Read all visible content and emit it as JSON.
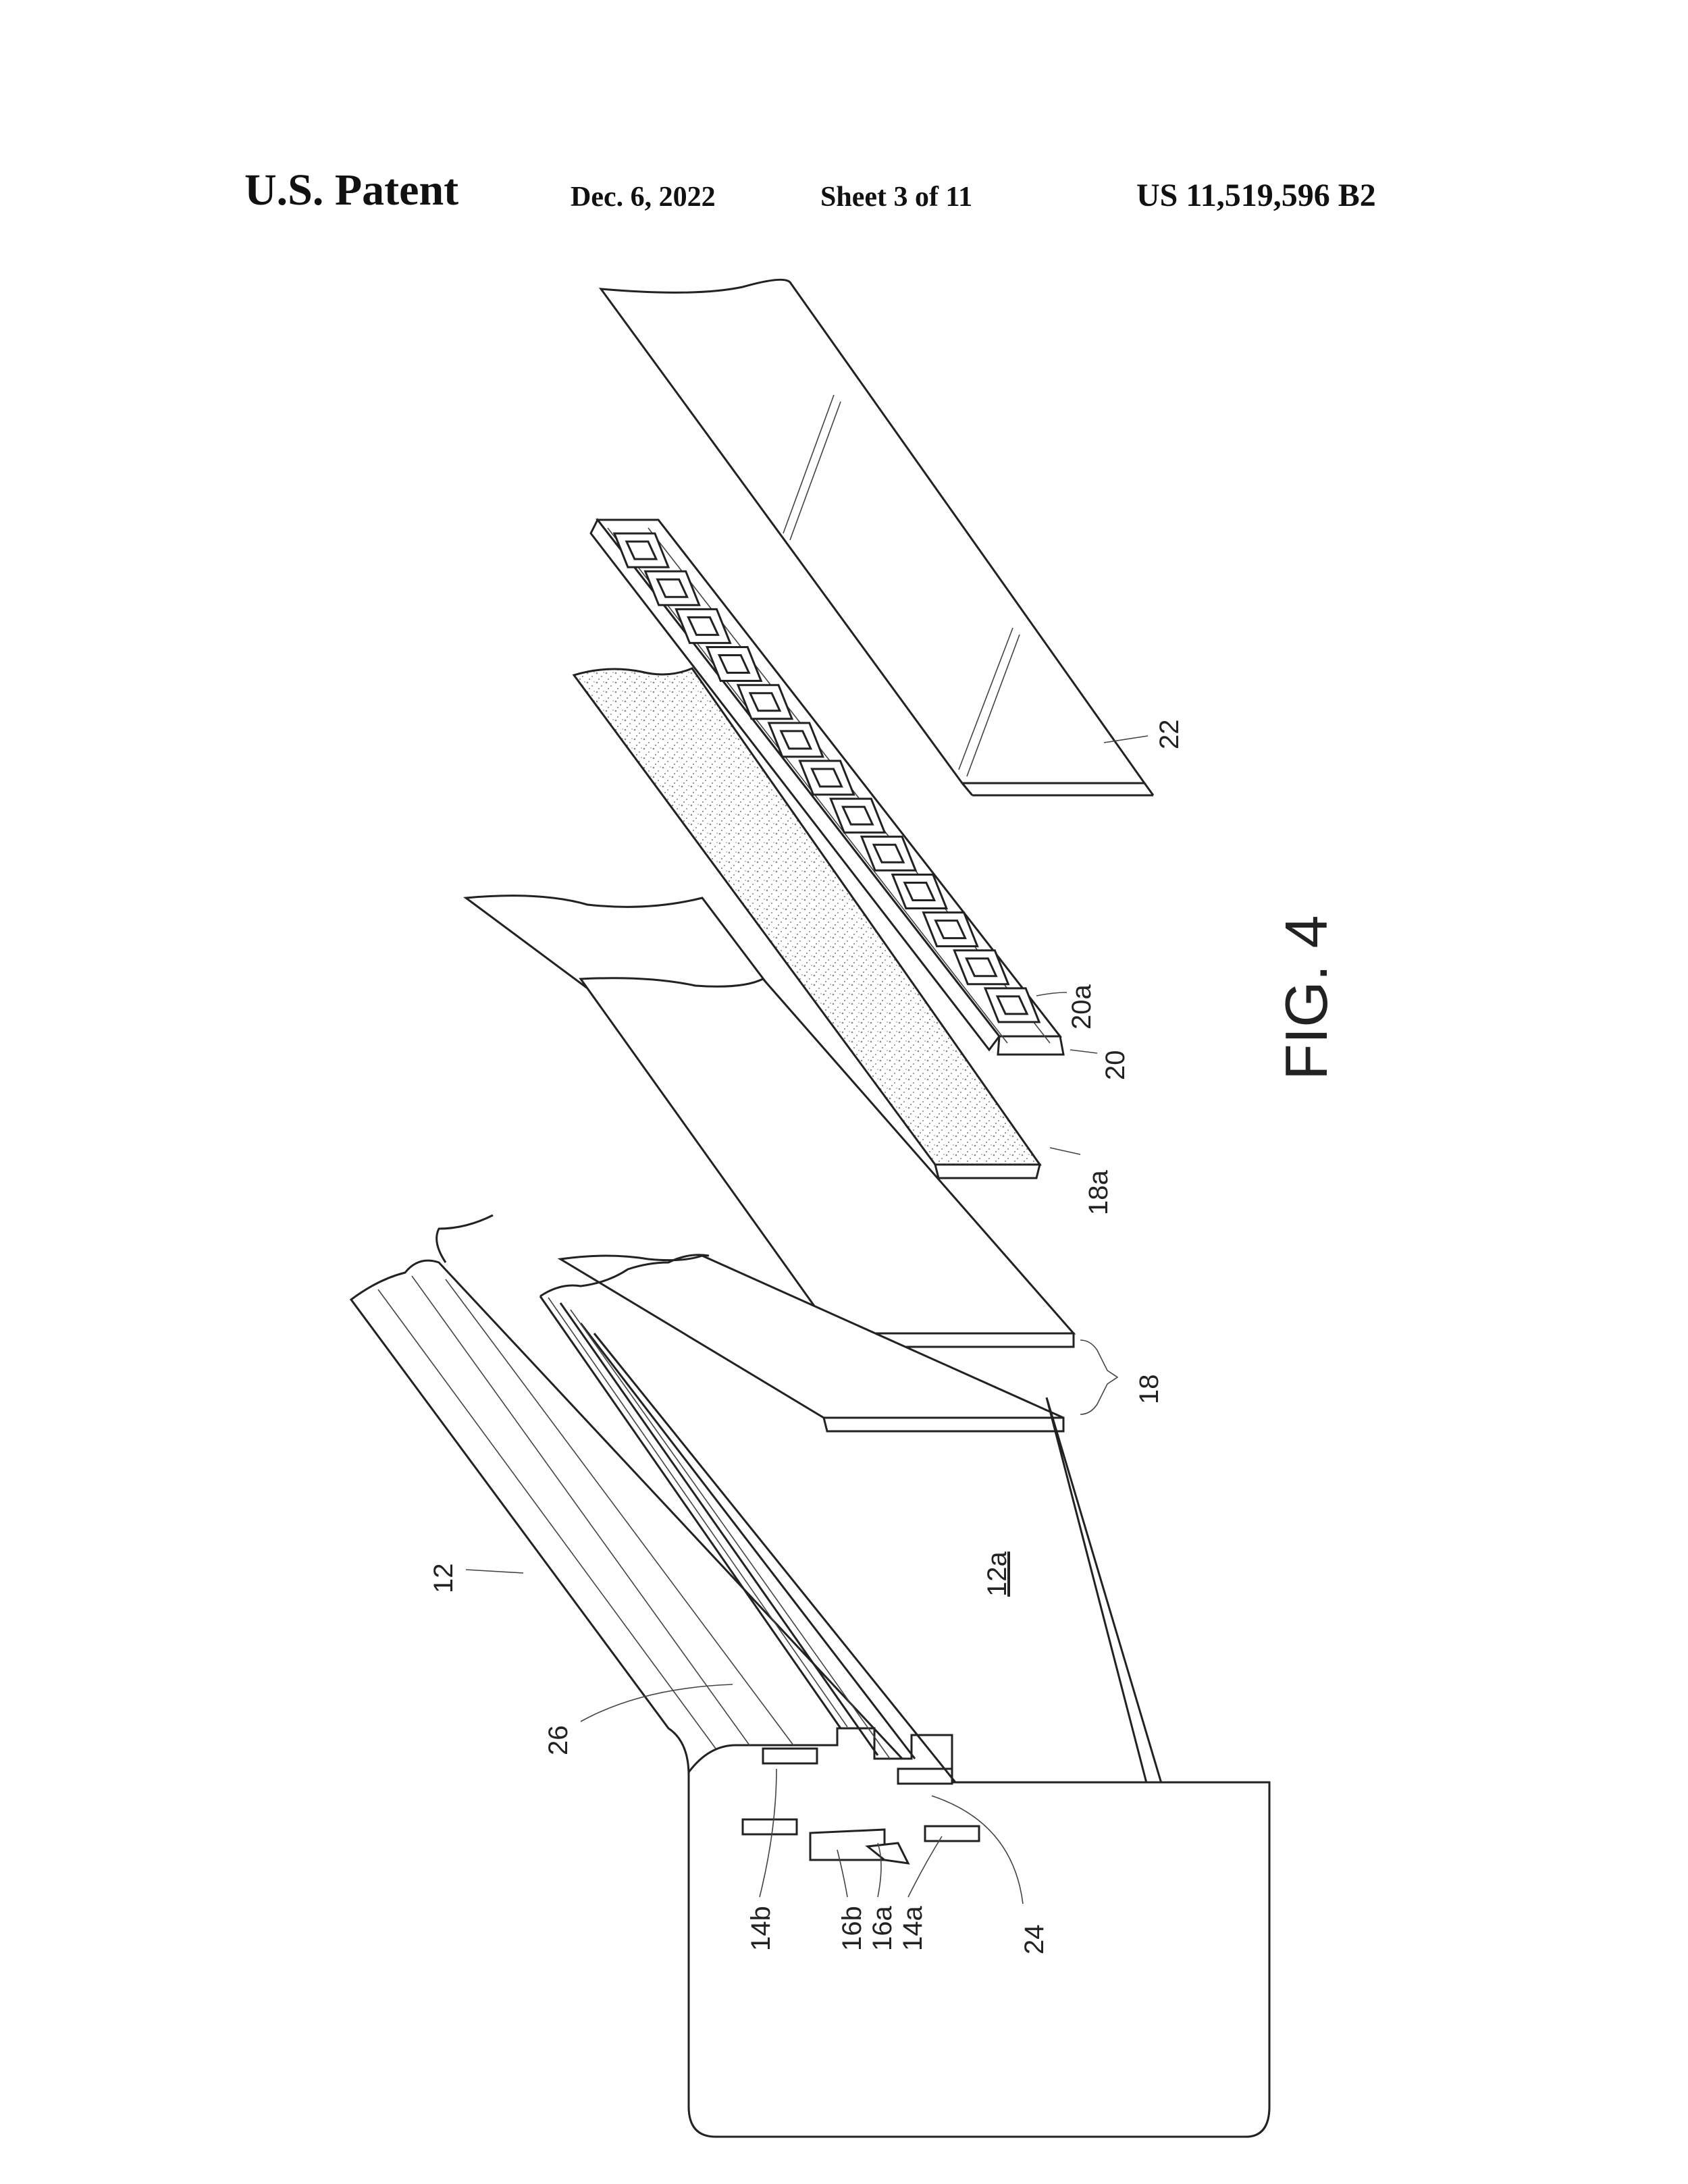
{
  "header": {
    "title": "U.S. Patent",
    "date": "Dec. 6, 2022",
    "sheet": "Sheet 3 of 11",
    "patent_number": "US 11,519,596 B2"
  },
  "figure": {
    "caption": "FIG. 4",
    "labels": {
      "housing": "12",
      "housing_face": "12a",
      "groove_upper": "26",
      "groove_lower": "24",
      "rail_14b": "14b",
      "rail_16b": "16b",
      "rail_16a": "16a",
      "rail_14a": "14a",
      "panel_stack": "18",
      "diffuser": "18a",
      "led_strip": "20",
      "led_element": "20a",
      "cover": "22"
    }
  },
  "colors": {
    "line": "#222222",
    "background": "#ffffff",
    "speckle": "#888888"
  }
}
